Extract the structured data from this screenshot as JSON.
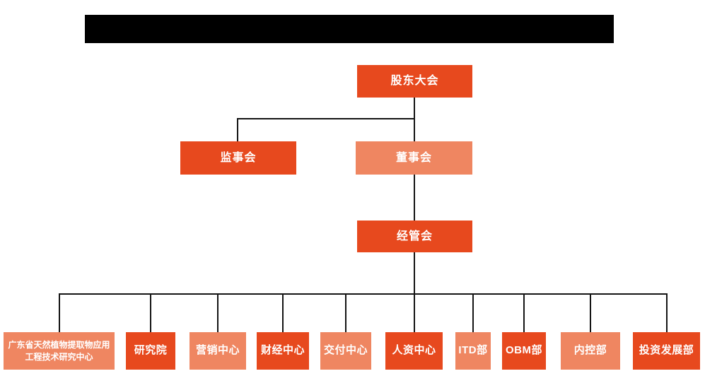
{
  "colors": {
    "primary_dark": "#e7491e",
    "primary_light": "#ef8661",
    "connector_line": "#141414",
    "node_text": "#ffffff",
    "redaction_bar": "#000000",
    "background": "#ffffff"
  },
  "org_chart": {
    "type": "org-tree",
    "root": {
      "label": "股东大会",
      "variant": "dark"
    },
    "level2": [
      {
        "label": "监事会",
        "variant": "dark"
      },
      {
        "label": "董事会",
        "variant": "light"
      }
    ],
    "level3": {
      "label": "经管会",
      "variant": "dark"
    },
    "departments": [
      {
        "label": "广东省天然植物提取物应用工程技术研究中心",
        "variant": "light"
      },
      {
        "label": "研究院",
        "variant": "dark"
      },
      {
        "label": "营销中心",
        "variant": "light"
      },
      {
        "label": "财经中心",
        "variant": "dark"
      },
      {
        "label": "交付中心",
        "variant": "light"
      },
      {
        "label": "人资中心",
        "variant": "dark"
      },
      {
        "label": "ITD部",
        "variant": "light"
      },
      {
        "label": "OBM部",
        "variant": "dark"
      },
      {
        "label": "内控部",
        "variant": "light"
      },
      {
        "label": "投资发展部",
        "variant": "dark"
      }
    ]
  }
}
